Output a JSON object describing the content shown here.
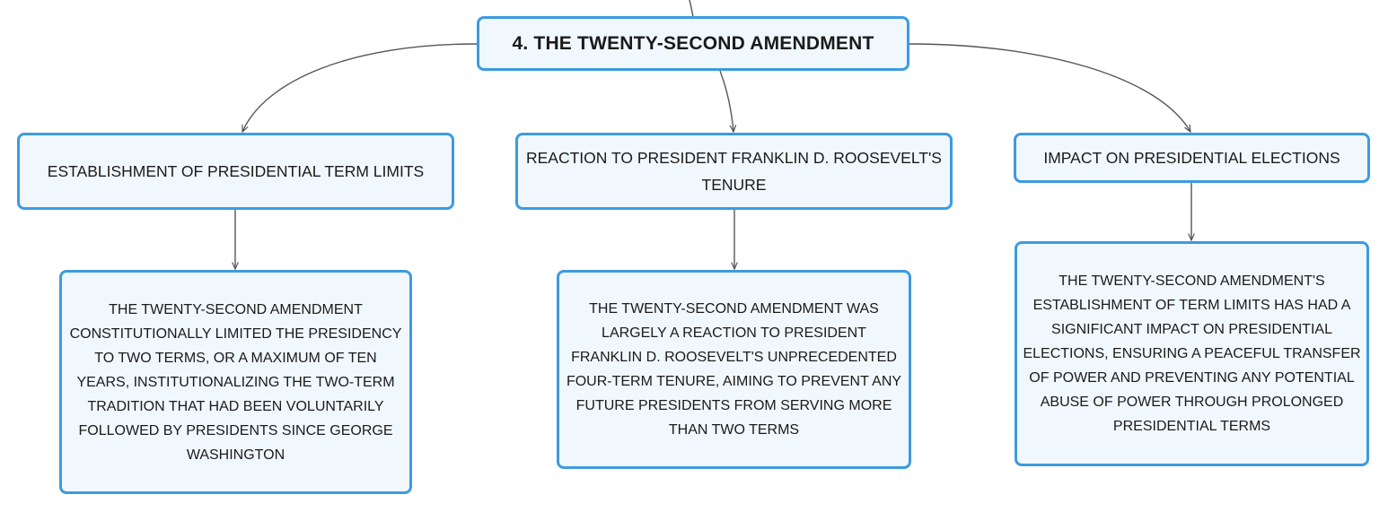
{
  "colors": {
    "node_border": "#3d9be0",
    "node_fill": "#f1f8fd",
    "connector": "#555555",
    "text": "#1a1a1a"
  },
  "root": {
    "label": "4. THE TWENTY-SECOND AMENDMENT"
  },
  "topics": [
    {
      "label": "ESTABLISHMENT OF PRESIDENTIAL TERM LIMITS",
      "detail": "THE TWENTY-SECOND AMENDMENT CONSTITUTIONALLY LIMITED THE PRESIDENCY TO TWO TERMS, OR A MAXIMUM OF TEN YEARS, INSTITUTIONALIZING THE TWO-TERM TRADITION THAT HAD BEEN VOLUNTARILY FOLLOWED BY PRESIDENTS SINCE GEORGE WASHINGTON"
    },
    {
      "label": "REACTION TO PRESIDENT FRANKLIN D. ROOSEVELT'S TENURE",
      "detail": "THE TWENTY-SECOND AMENDMENT WAS LARGELY A REACTION TO PRESIDENT FRANKLIN D. ROOSEVELT'S UNPRECEDENTED FOUR-TERM TENURE, AIMING TO PREVENT ANY FUTURE PRESIDENTS FROM SERVING MORE THAN TWO TERMS"
    },
    {
      "label": "IMPACT ON PRESIDENTIAL ELECTIONS",
      "detail": "THE TWENTY-SECOND AMENDMENT'S ESTABLISHMENT OF TERM LIMITS HAS HAD A SIGNIFICANT IMPACT ON PRESIDENTIAL ELECTIONS, ENSURING A PEACEFUL TRANSFER OF POWER AND PREVENTING ANY POTENTIAL ABUSE OF POWER THROUGH PROLONGED PRESIDENTIAL TERMS"
    }
  ]
}
